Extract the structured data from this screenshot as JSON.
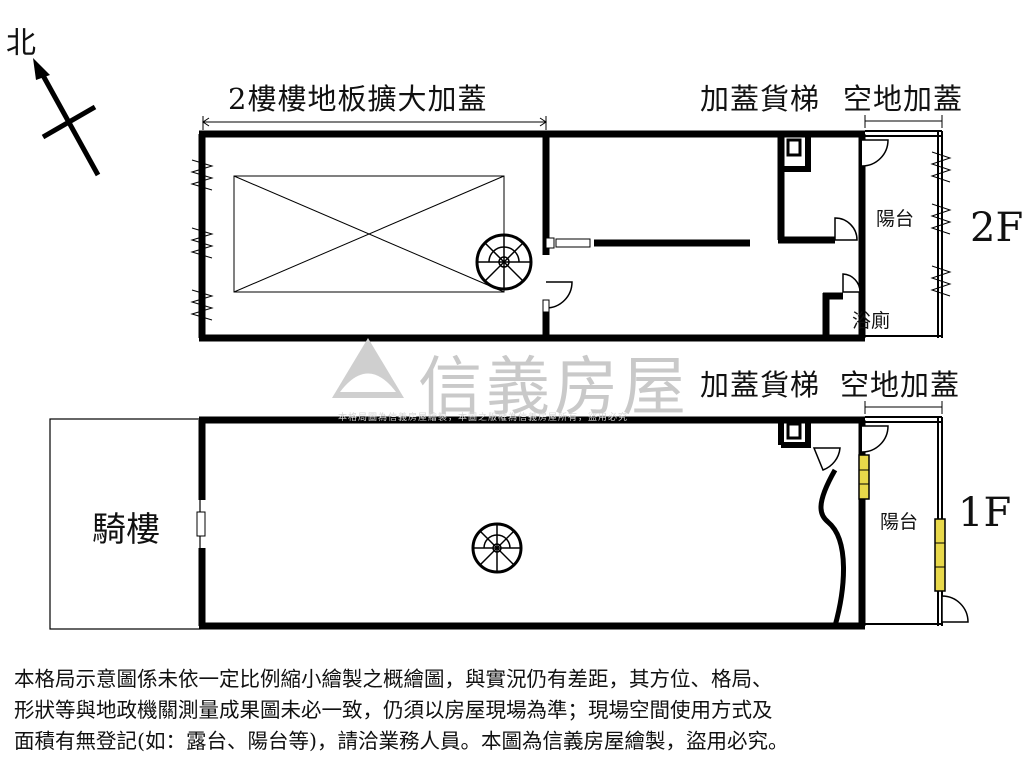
{
  "compass": {
    "label": "北"
  },
  "floor2": {
    "floor_label": "2F",
    "dimension_label": "2樓樓地板擴大加蓋",
    "elevator_label": "加蓋貨梯",
    "open_space_label": "空地加蓋",
    "balcony_label": "陽台",
    "bathroom_label": "浴廁"
  },
  "floor1": {
    "floor_label": "1F",
    "elevator_label": "加蓋貨梯",
    "open_space_label": "空地加蓋",
    "balcony_label": "陽台",
    "arcade_label": "騎樓"
  },
  "watermark": {
    "brand": "信義房屋",
    "fine_print": "本格局圖為信義房屋繪製，本圖之版權為信義房屋所有，盜用必究"
  },
  "disclaimer": {
    "lines": [
      "本格局示意圖係未依一定比例縮小繪製之概繪圖，與實況仍有差距，其方位、格局、",
      "形狀等與地政機關測量成果圖未必一致，仍須以房屋現場為準；現場空間使用方式及",
      "面積有無登記(如：露台、陽台等)，請洽業務人員。本圖為信義房屋繪製，盜用必究。"
    ]
  },
  "colors": {
    "wall": "#000000",
    "window": "#e8d84a",
    "watermark": "#c9c9c9"
  }
}
